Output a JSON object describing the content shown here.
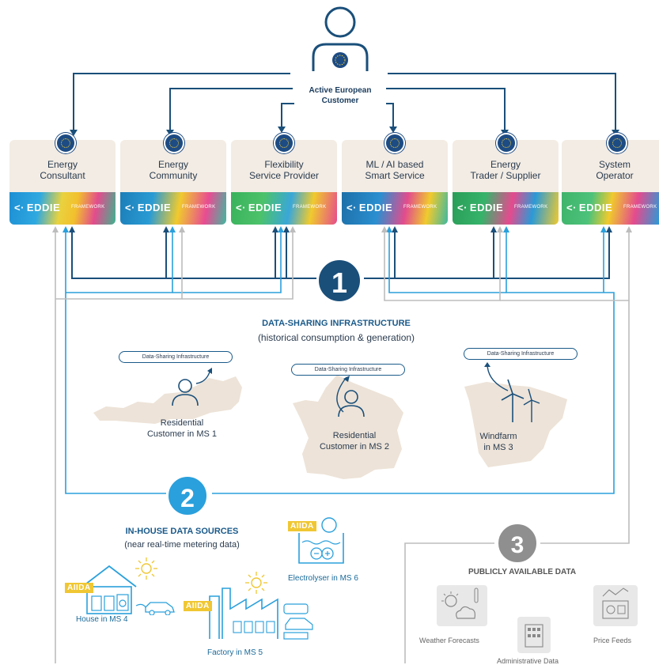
{
  "customer": {
    "line1": "Active European",
    "line2": "Customer"
  },
  "framework": {
    "brand": "EDDIE",
    "arrow_glyph": "<·",
    "tag": "FRAMEWORK"
  },
  "actors": [
    {
      "name": "Energy\nConsultant",
      "band": "linear-gradient(100deg,#1d8fd4 0%,#2fa9e0 28%,#e9d23f 48%,#f2c02d 62%,#e24c8d 80%,#3db38f 100%)"
    },
    {
      "name": "Energy\nCommunity",
      "band": "linear-gradient(100deg,#1c7eb8 0%,#2a9bd4 30%,#f0ca2e 55%,#e84c92 80%,#3fb8a0 100%)"
    },
    {
      "name": "Flexibility\nService Provider",
      "band": "linear-gradient(100deg,#39b25c 0%,#4cc26a 30%,#3aa7d8 55%,#f0ca2e 75%,#e64c8c 100%)"
    },
    {
      "name": "ML / AI based\nSmart Service",
      "band": "linear-gradient(100deg,#1d6fa8 0%,#2a8fd0 35%,#e24c8d 60%,#f0ca2e 80%,#3fb8a0 100%)"
    },
    {
      "name": "Energy\nTrader / Supplier",
      "band": "linear-gradient(100deg,#2a9d58 0%,#36b36a 30%,#e44b8e 55%,#2b9ad6 75%,#f0ca2e 100%)"
    },
    {
      "name": "System\nOperator",
      "band": "linear-gradient(100deg,#3fb36a 0%,#4cc27a 30%,#f0ca2e 50%,#e44b8e 75%,#2b9ad6 100%)"
    }
  ],
  "section1": {
    "number": "1",
    "title": "DATA-SHARING INFRASTRUCTURE",
    "subtitle": "(historical consumption & generation)",
    "pills": [
      "Data-Sharing Infrastructure",
      "Data-Sharing Infrastructure",
      "Data-Sharing Infrastructure"
    ],
    "maps": [
      {
        "label": "Residential\nCustomer in MS 1"
      },
      {
        "label": "Residential\nCustomer in MS 2"
      },
      {
        "label": "Windfarm\nin MS 3"
      }
    ]
  },
  "section2": {
    "number": "2",
    "title": "IN-HOUSE DATA SOURCES",
    "subtitle": "(near real-time metering data)",
    "aiida": "AIIDA",
    "sources": [
      {
        "label": "Electrolyser in MS 6"
      },
      {
        "label": "House in MS 4"
      },
      {
        "label": "Factory in MS 5"
      }
    ]
  },
  "section3": {
    "number": "3",
    "title": "PUBLICLY AVAILABLE DATA",
    "sources": [
      {
        "label": "Weather Forecasts"
      },
      {
        "label": "Price Feeds"
      },
      {
        "label": "Administrative Data"
      }
    ]
  },
  "colors": {
    "navy": "#1a4f7a",
    "light_blue": "#2aa0dc",
    "gray": "#bdbdbd",
    "map_fill": "#ede3d8"
  }
}
